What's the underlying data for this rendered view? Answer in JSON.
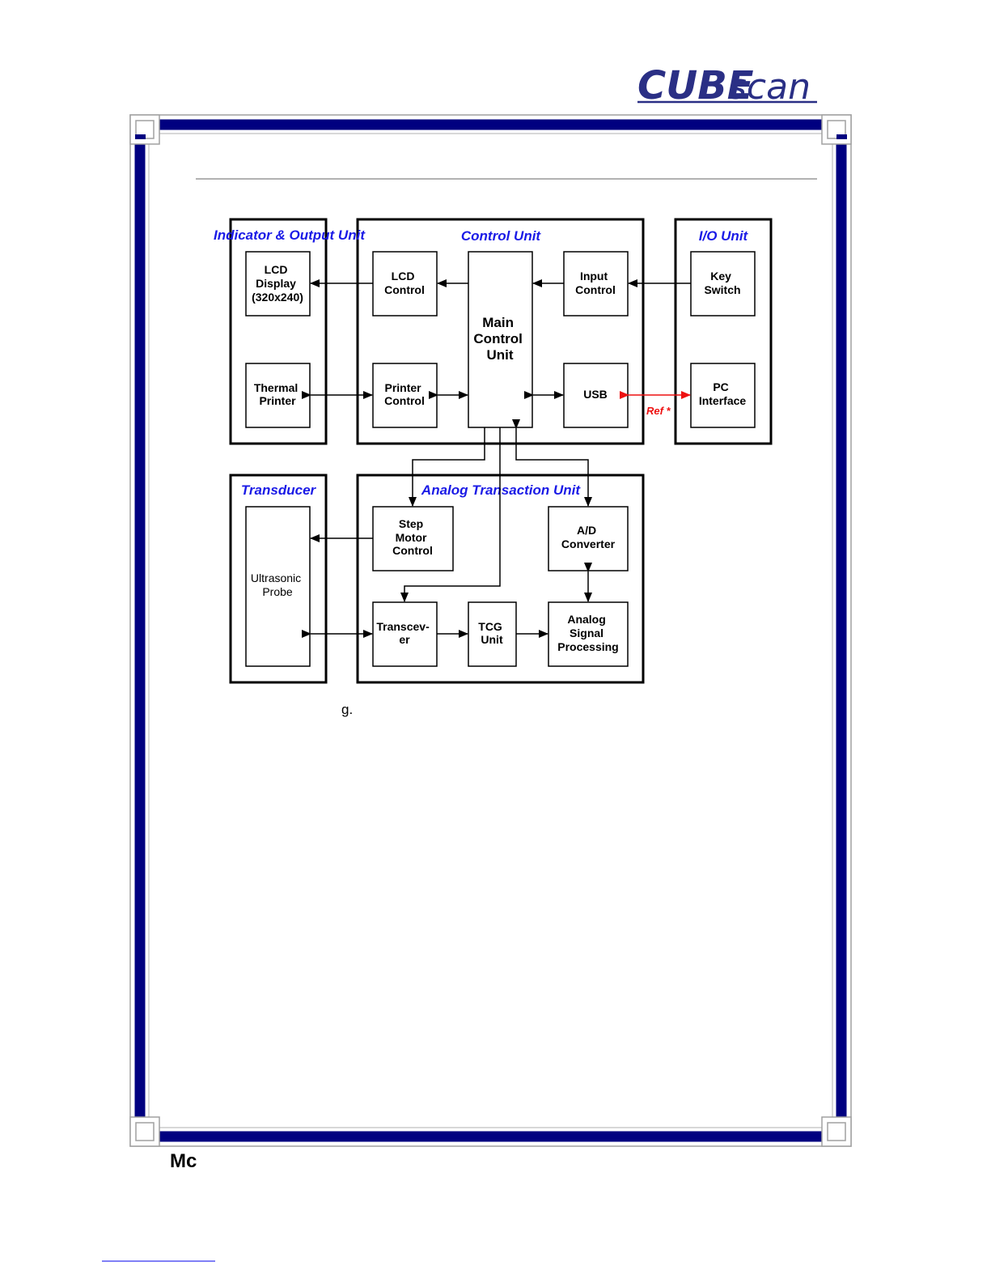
{
  "brand": {
    "logo_bold": "CUBE",
    "logo_light": "scan"
  },
  "units": {
    "indicator_output": "Indicator & Output Unit",
    "control": "Control Unit",
    "io": "I/O Unit",
    "transducer": "Transducer",
    "analog_transaction": "Analog Transaction Unit"
  },
  "blocks": {
    "lcd_display": [
      "LCD",
      "Display",
      "(320x240)"
    ],
    "thermal_printer": [
      "Thermal",
      "Printer"
    ],
    "lcd_control": [
      "LCD",
      "Control"
    ],
    "printer_control": [
      "Printer",
      "Control"
    ],
    "main_control": [
      "Main",
      "Control",
      "Unit"
    ],
    "input_control": [
      "Input",
      "Control"
    ],
    "usb": [
      "USB"
    ],
    "key_switch": [
      "Key",
      "Switch"
    ],
    "pc_interface": [
      "PC",
      "Interface"
    ],
    "ultrasonic_probe": [
      "Ultrasonic",
      "Probe"
    ],
    "step_motor_control": [
      "Step",
      "Motor",
      "Control"
    ],
    "ad_converter": [
      "A/D",
      "Converter"
    ],
    "transceiver": [
      "Transcev-",
      "er"
    ],
    "tcg_unit": [
      "TCG",
      "Unit"
    ],
    "analog_signal_processing": [
      "Analog",
      "Signal",
      "Processing"
    ]
  },
  "ref_label": "Ref *",
  "caption": "g.",
  "footer_text": "Mc",
  "colors": {
    "frame_navy": "#000080",
    "frame_silver": "#a0a0a0",
    "unit_title_blue": "#1a1ae6",
    "ref_red": "#ee1111",
    "logo_navy": "#2a2f85"
  }
}
